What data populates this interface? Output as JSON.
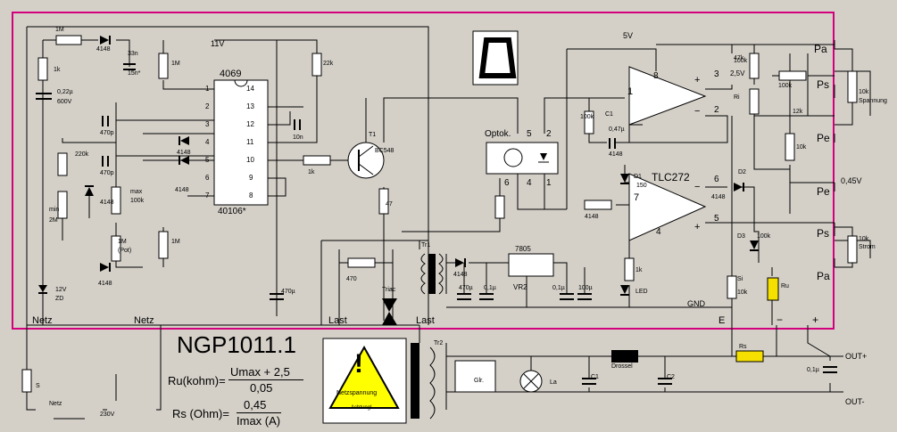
{
  "title": "NGP1011.1",
  "formula_ru": {
    "lhs": "Ru(kohm)=",
    "num": "Umax + 2,5",
    "den": "0,05"
  },
  "formula_rs": {
    "lhs": "Rs (Ohm)=",
    "num": "0,45",
    "den": "Imax (A)"
  },
  "ic_labels": {
    "top": "4069",
    "bottom": "40106*",
    "opamp": "TLC272",
    "optok": "Optok.",
    "reg": "7805",
    "reg_ref": "VR2"
  },
  "ic_pins_left": [
    "1",
    "2",
    "3",
    "4",
    "5",
    "6",
    "7"
  ],
  "ic_pins_right": [
    "14",
    "13",
    "12",
    "11",
    "10",
    "9",
    "8"
  ],
  "rails": {
    "v11": "11V",
    "v5": "5V",
    "gnd": "GND",
    "v25": "2,5V",
    "v045": "0,45V"
  },
  "connectors": {
    "netz1": "Netz",
    "netz2": "Netz",
    "last1": "Last",
    "last2": "Last",
    "e": "E",
    "minus": "−",
    "plus": "+",
    "out_plus": "OUT+",
    "out_minus": "OUT-"
  },
  "right_labels": [
    "Pa",
    "Ps",
    "Pe",
    "Pe",
    "Ps",
    "Pa"
  ],
  "pots": {
    "spannung_val": "10k",
    "spannung": "Spannung",
    "strom_val": "10k",
    "strom": "Strom"
  },
  "components": [
    "1M",
    "1k",
    "0,22µ",
    "600V",
    "4148",
    "33n",
    "15n*",
    "1M",
    "22k",
    "470p",
    "220k",
    "470p",
    "4148",
    "4148",
    "min",
    "2M",
    "4148",
    "max",
    "100k",
    "1M",
    "(Pot)",
    "1M",
    "4148",
    "12V",
    "ZD",
    "10n",
    "T1",
    "BC548",
    "1k",
    "47",
    "470",
    "Triac",
    "Tr1",
    "4148",
    "470µ",
    "0,1µ",
    "0,1µ",
    "100µ",
    "1k",
    "LED",
    "470µ",
    "Tr2",
    "Glr.",
    "La",
    "C1",
    "Drossel",
    "C2",
    "Rs",
    "0,1µ",
    "Ru",
    "10k",
    "100k",
    "Ri",
    "C1",
    "0,47µ",
    "4148",
    "D1",
    "150",
    "4148",
    "D2",
    "4148",
    "D3",
    "100k",
    "100k",
    "47k",
    "100k",
    "12k",
    "10k",
    "Si",
    "S",
    "Netz",
    "230V"
  ],
  "pins": {
    "optok": [
      "5",
      "2",
      "6",
      "4",
      "1"
    ],
    "opamp": [
      "8",
      "3",
      "2",
      "1",
      "6",
      "5",
      "7",
      "4"
    ]
  },
  "warning": {
    "sign": "!",
    "text": "Netzspannung",
    "sub": "Achtung!"
  },
  "colors": {
    "background": "#d4d0c8",
    "border": "#d3007d",
    "resistor_fill": "#ffffff",
    "ru_fill": "#f5e000",
    "rs_fill": "#f5e000",
    "warning_fill": "#ffff00",
    "wire": "#000000"
  }
}
